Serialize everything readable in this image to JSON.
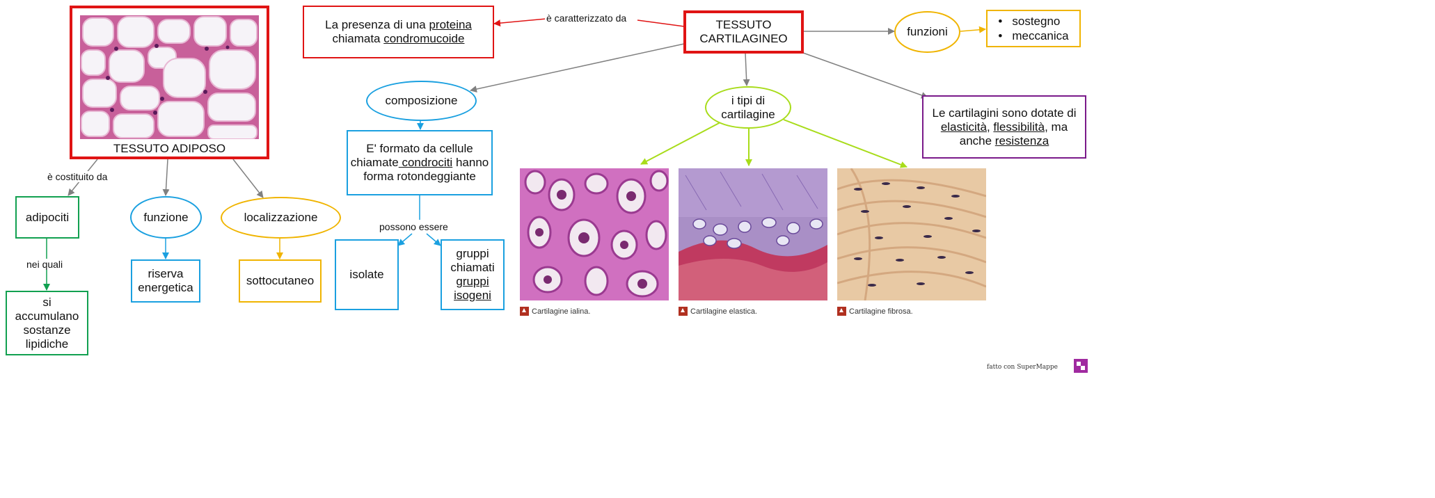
{
  "nodes": {
    "adiposo_label": "TESSUTO ADIPOSO",
    "adipociti": "adipociti",
    "lipidi": "si accumulano sostanze lipidiche",
    "funzione": "funzione",
    "riserva": "riserva energetica",
    "localizzazione": "localizzazione",
    "sottocutaneo": "sottocutaneo",
    "proteina_a": "La presenza di una ",
    "proteina_b": "proteina",
    "proteina_c": "chiamata ",
    "proteina_d": "condromucoide",
    "cartilagineo_1": "TESSUTO",
    "cartilagineo_2": "CARTILAGINEO",
    "funzioni": "funzioni",
    "sostegno_1": "sostegno",
    "sostegno_2": "meccanica",
    "composizione": "composizione",
    "formato_a": "E' formato da cellule chiamate",
    "formato_b": " condrociti",
    "formato_c": "hanno forma rotondeggiante",
    "isolate": "isolate",
    "gruppi_a": "gruppi chiamati",
    "gruppi_b": "gruppi isogeni",
    "tipi": "i tipi di cartilagine",
    "dotate_a": "Le cartilagini sono dotate di ",
    "dotate_b": "elasticità",
    "dotate_c": ", ",
    "dotate_d": "flessibilità,",
    "dotate_e": " ma anche ",
    "dotate_f": "resistenza"
  },
  "link_labels": {
    "costituito": "è costituito da",
    "nei_quali": "nei quali",
    "caratterizzato": "è caratterizzato da",
    "possono": "possono essere"
  },
  "captions": {
    "ialina": "Cartilagine ialina.",
    "elastica": "Cartilagine elastica.",
    "fibrosa": "Cartilagine fibrosa."
  },
  "credit": "fatto con SuperMappe",
  "colors": {
    "red": "#e01414",
    "green": "#11a050",
    "blue": "#1aa0e0",
    "yellow": "#f0b400",
    "lime": "#a8dc1a",
    "purple": "#7a1a8a",
    "gray": "#808080"
  }
}
